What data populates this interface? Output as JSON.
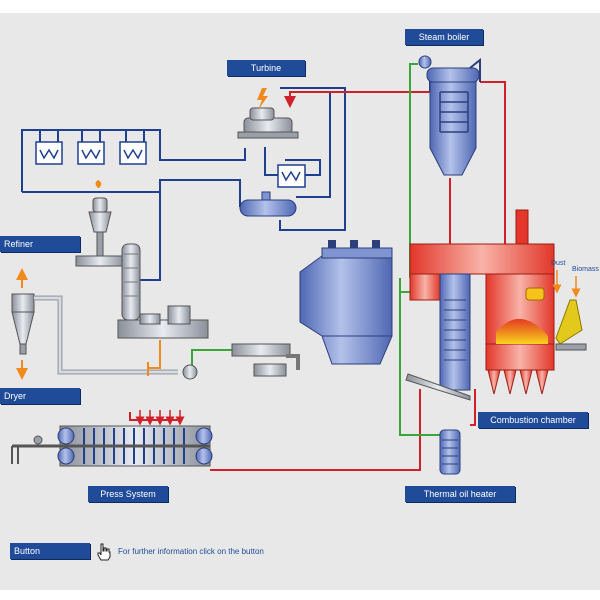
{
  "labels": {
    "steam_boiler": "Steam boiler",
    "turbine": "Turbine",
    "refiner": "Refiner",
    "dryer": "Dryer",
    "combustion_chamber": "Combustion chamber",
    "press_system": "Press System",
    "thermal_oil_heater": "Thermal oil heater",
    "dust": "Dust",
    "biomass": "Biomass"
  },
  "footer": {
    "button_label": "Button",
    "info_text": "For further information click on the button"
  },
  "icons": [
    "lightning-icon",
    "hand-pointer-icon"
  ],
  "colors": {
    "label_bg": "#1f4b99",
    "pipe_blue": "#1f3f8f",
    "pipe_red": "#d0202a",
    "pipe_green": "#3aa63a",
    "arrow_orange": "#f08a1c",
    "equipment_blue": "#7f94d0",
    "fire_red": "#e2372a"
  }
}
